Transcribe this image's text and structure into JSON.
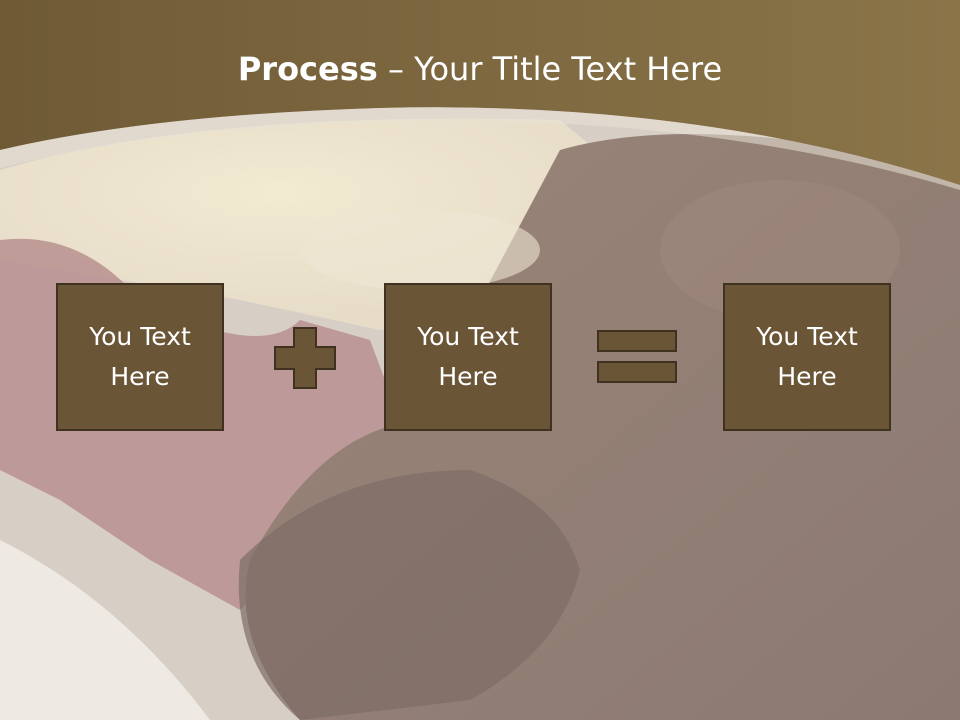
{
  "slide": {
    "title_bold": "Process",
    "title_rest": "– Your Title Text Here",
    "boxes": [
      {
        "text": "You Text Here"
      },
      {
        "text": "You Text Here"
      },
      {
        "text": "You Text Here"
      }
    ],
    "operators": [
      "plus-icon",
      "equals-icon"
    ]
  },
  "colors": {
    "header_brown": "#7b653e",
    "box_fill": "#6b5537",
    "box_border": "#3f3220",
    "text": "#ffffff"
  }
}
